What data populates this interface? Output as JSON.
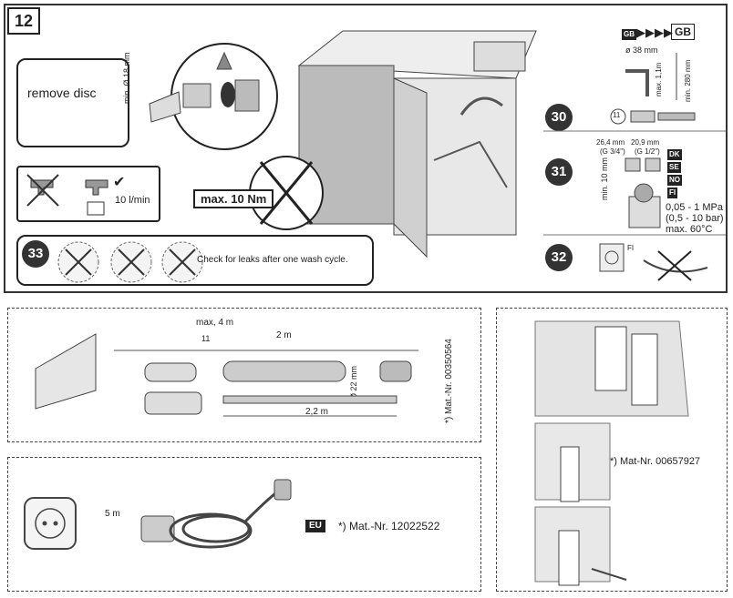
{
  "step_number": "12",
  "callouts": [
    "30",
    "31",
    "32",
    "33"
  ],
  "remove_disc": "remove disc",
  "hose_dia": "min. Ø 18 mm",
  "flow": "10 l/min",
  "torque": "max. 10 Nm",
  "leak_check": "Check for leaks after one wash cycle.",
  "gb": {
    "tag": "GB",
    "box": "GB"
  },
  "drain": {
    "dia": "ø 38 mm",
    "max": "max. 1,1m",
    "min": "min. 280 mm"
  },
  "circle11": "11",
  "threads": {
    "a": "26,4 mm",
    "a_g": "(G 3/4\")",
    "b": "20,9 mm",
    "b_g": "(G 1/2\")",
    "min": "min. 10 mm"
  },
  "countries": [
    "DK",
    "SE",
    "NO",
    "FI"
  ],
  "pressure": [
    "0,05 - 1 MPa",
    "(0,5 - 10 bar)",
    "max. 60°C"
  ],
  "fi_label": "FI",
  "ext": {
    "max": "max, 4 m",
    "l2": "2 m",
    "l22": "2,2 m",
    "d22": "Ø 22 mm",
    "mat": "*) Mat.-Nr. 00350564"
  },
  "power": {
    "len": "5 m",
    "eu": "EU",
    "mat": "*) Mat.-Nr.  12022522"
  },
  "panel_mat": "*) Mat-Nr. 00657927"
}
